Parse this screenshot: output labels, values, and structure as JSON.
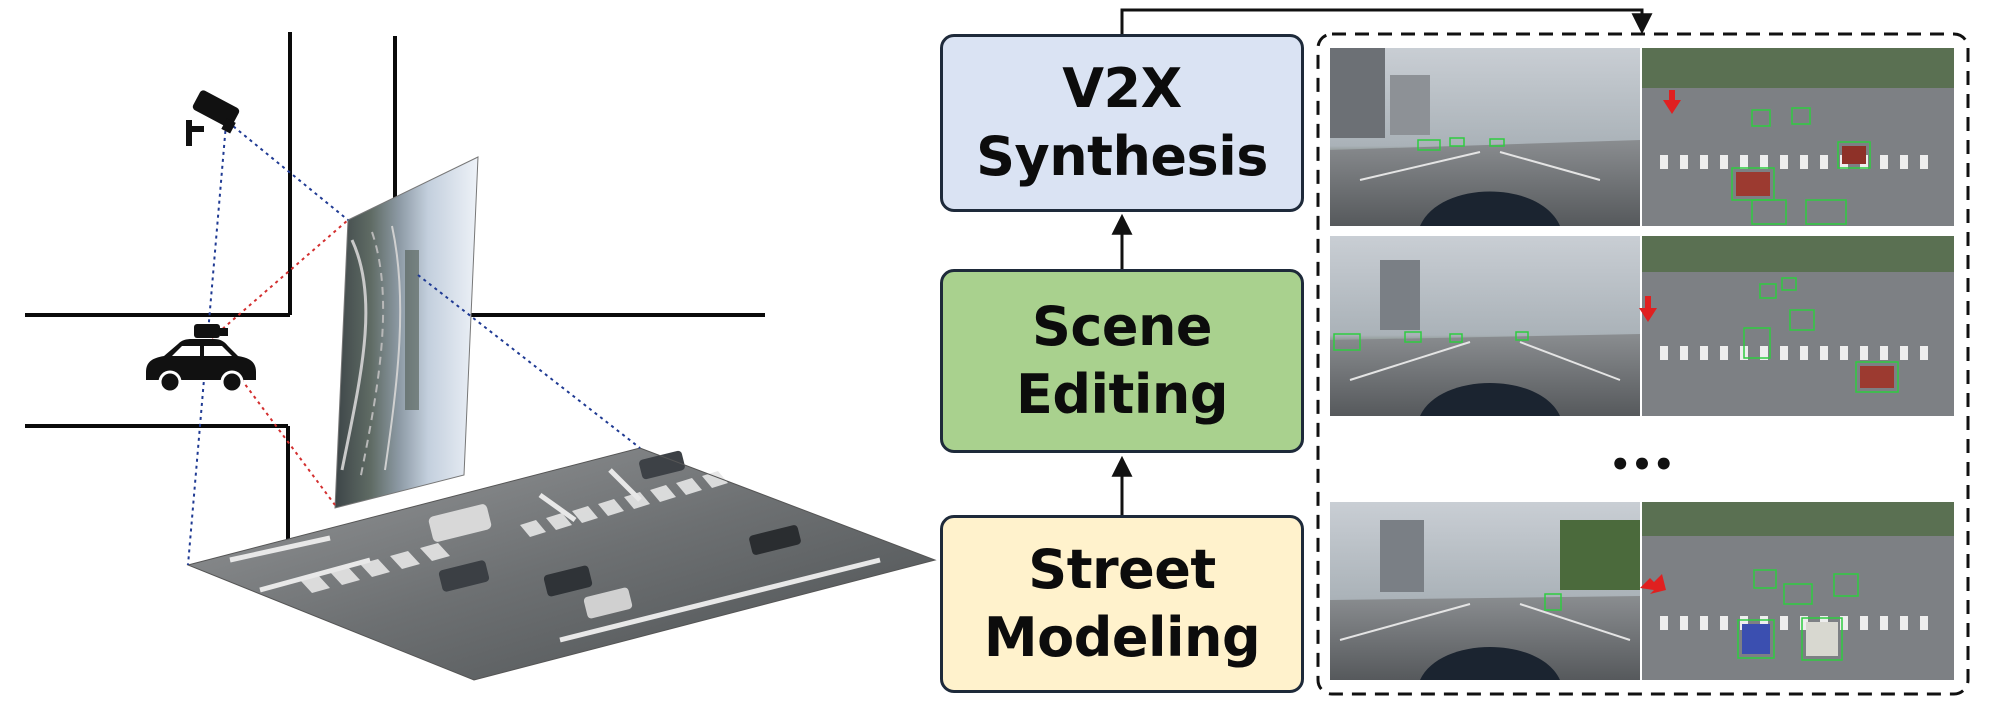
{
  "pipeline": {
    "top": {
      "line1": "V2X",
      "line2": "Synthesis"
    },
    "middle": {
      "line1": "Scene",
      "line2": "Editing"
    },
    "bottom": {
      "line1": "Street",
      "line2": "Modeling"
    }
  },
  "results": {
    "ellipsis": "•••"
  },
  "colors": {
    "synthesis_fill": "#dae3f3",
    "editing_fill": "#a9d18e",
    "modeling_fill": "#fff2cc",
    "box_border": "#1e2a3a",
    "infra_ray": "#1f3a93",
    "vehicle_ray": "#d32f2f",
    "bbox": "#2ecc40",
    "marker_arrow": "#e02020"
  },
  "icons": [
    "surveillance-camera-icon",
    "car-with-camera-icon"
  ]
}
